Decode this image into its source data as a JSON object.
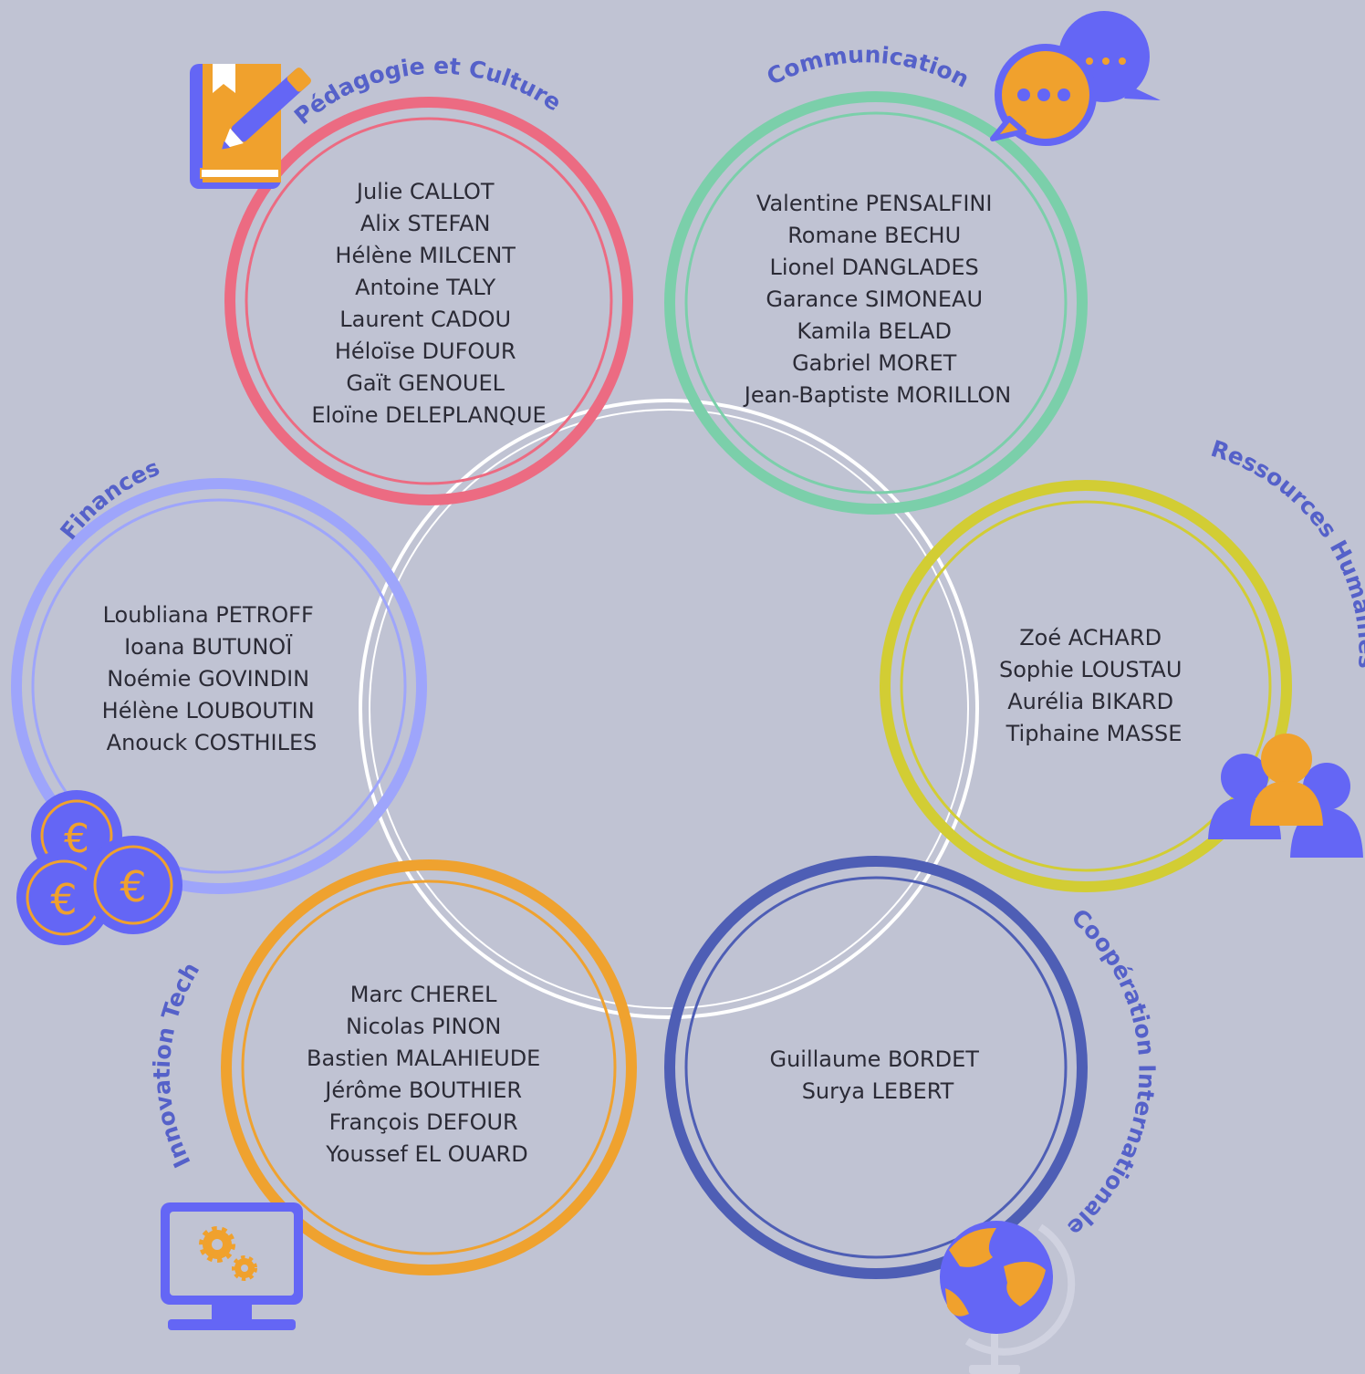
{
  "colors": {
    "background": "#c0c3d3",
    "center_ring": "#ffffff",
    "title_text": "#5561c9",
    "icon_orange": "#f0a12d",
    "icon_blue": "#6466f5"
  },
  "groups": [
    {
      "title": "Pédagogie et Culture",
      "color": "#ec6b82",
      "icon": "book-pencil-icon",
      "members": [
        "Julie CALLOT",
        "Alix STEFAN",
        "Hélène MILCENT",
        "Antoine TALY",
        "Laurent CADOU",
        "Héloïse DUFOUR",
        "Gaït GENOUEL",
        "Eloïne DELEPLANQUE"
      ]
    },
    {
      "title": "Communication",
      "color": "#7bcfaa",
      "icon": "chat-bubbles-icon",
      "members": [
        "Valentine PENSALFINI",
        "Romane BECHU",
        "Lionel DANGLADES",
        "Garance SIMONEAU",
        "Kamila BELAD",
        "Gabriel MORET",
        "Jean-Baptiste MORILLON"
      ]
    },
    {
      "title": "Finances",
      "color": "#9ea5fb",
      "icon": "euro-coins-icon",
      "members": [
        "Loubliana PETROFF",
        "Ioana BUTUNOÏ",
        "Noémie GOVINDIN",
        "Hélène LOUBOUTIN",
        "Anouck COSTHILES"
      ]
    },
    {
      "title": "Ressources Humaines",
      "color": "#d2cd34",
      "icon": "people-group-icon",
      "members": [
        "Zoé ACHARD",
        "Sophie LOUSTAU",
        "Aurélia BIKARD",
        "Tiphaine MASSE"
      ]
    },
    {
      "title": "Innovation Tech",
      "color": "#efa22f",
      "icon": "computer-gears-icon",
      "members": [
        "Marc CHEREL",
        "Nicolas PINON",
        "Bastien MALAHIEUDE",
        "Jérôme BOUTHIER",
        "François DEFOUR",
        "Youssef EL OUARD"
      ]
    },
    {
      "title": "Coopération Internationale",
      "color": "#4e5eb5",
      "icon": "globe-icon",
      "members": [
        "Guillaume BORDET",
        "Surya LEBERT"
      ]
    }
  ]
}
